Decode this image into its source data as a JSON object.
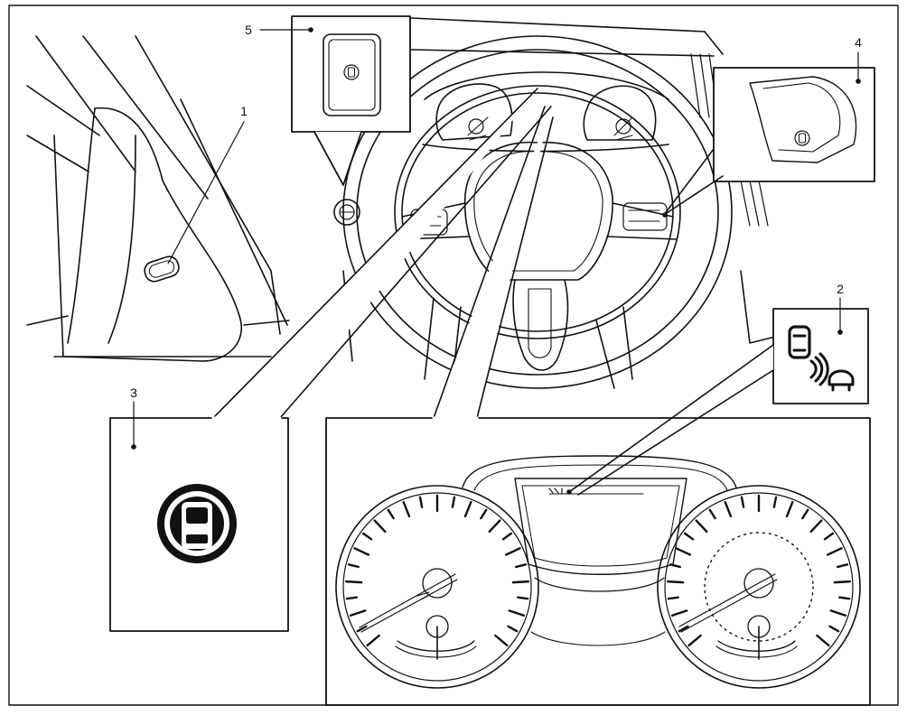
{
  "callouts": [
    {
      "id": "1",
      "label": "1"
    },
    {
      "id": "2",
      "label": "2"
    },
    {
      "id": "3",
      "label": "3"
    },
    {
      "id": "4",
      "label": "4"
    },
    {
      "id": "5",
      "label": "5"
    }
  ],
  "icons": {
    "switch_icon": "lane-assist-switch-icon",
    "indicator_icon": "lane-departure-indicator-icon",
    "warning_icon": "blind-spot-warning-icon"
  },
  "colors": {
    "line": "#111111",
    "background": "#ffffff"
  }
}
